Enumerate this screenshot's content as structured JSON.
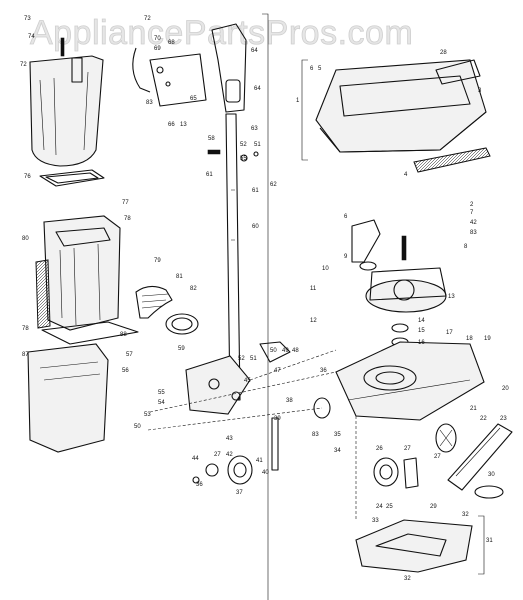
{
  "watermark": "AppliancePartsPros.com",
  "callouts": {
    "p73": "73",
    "p74": "74",
    "p72a": "72",
    "p72b": "72",
    "p70": "70",
    "p69": "69",
    "p68": "68",
    "p64a": "64",
    "p64b": "64",
    "p63": "63",
    "p62": "62",
    "p61a": "61",
    "p61b": "61",
    "p60": "60",
    "p58": "58",
    "p55": "55",
    "p52": "52",
    "p51": "51",
    "p66": "66",
    "p13a": "13",
    "p65": "65",
    "p76": "76",
    "p77": "77",
    "p78a": "78",
    "p78b": "78",
    "p80": "80",
    "p79": "79",
    "p81": "81",
    "p82": "82",
    "p88": "88",
    "p87": "87",
    "p59": "59",
    "p57": "57",
    "p56": "56",
    "p53": "53",
    "p50": "50",
    "p54": "54",
    "p55b": "55",
    "p44": "44",
    "p43": "43",
    "p42": "42",
    "p41": "41",
    "p40": "40",
    "p37": "37",
    "p36": "36",
    "p39": "39",
    "p38": "38",
    "p48": "48",
    "p49": "49",
    "p50b": "50",
    "p52b": "52",
    "p51b": "51",
    "p45": "45",
    "p47": "47",
    "p28": "28",
    "p1": "1",
    "p3": "3",
    "p4": "4",
    "p5": "5",
    "p6": "6",
    "p2": "2",
    "p7": "7",
    "p42b": "42",
    "p83a": "83",
    "p8": "8",
    "p9": "9",
    "p10": "10",
    "p11": "11",
    "p12": "12",
    "p13b": "13",
    "p14": "14",
    "p15": "15",
    "p16": "16",
    "p17": "17",
    "p18": "18",
    "p19": "19",
    "p20": "20",
    "p21": "21",
    "p22": "22",
    "p23": "23",
    "p24": "24",
    "p25": "25",
    "p26": "26",
    "p27a": "27",
    "p27b": "27",
    "p27c": "27",
    "p29": "29",
    "p30": "30",
    "p31": "31",
    "p32a": "32",
    "p32b": "32",
    "p33": "33",
    "p34": "34",
    "p35": "35",
    "p36b": "36",
    "p83b": "83"
  }
}
